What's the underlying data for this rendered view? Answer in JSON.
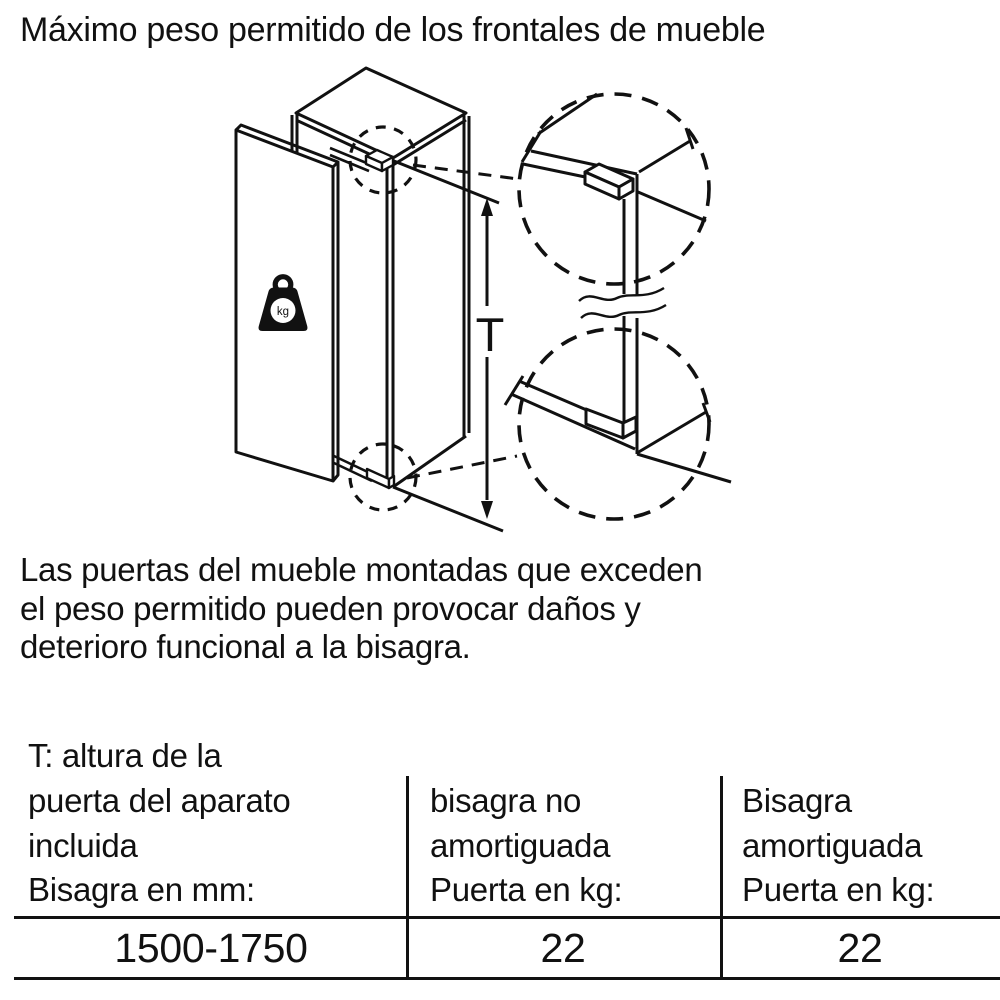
{
  "title": "Máximo peso permitido de los frontales de mueble",
  "diagram": {
    "t_dimension_label": "T",
    "weight_unit_label": "kg"
  },
  "paragraph": {
    "lines": [
      "Las puertas del mueble montadas que exceden",
      "el peso permitido pueden provocar daños y",
      "deterioro funcional a la bisagra."
    ]
  },
  "table": {
    "columns": [
      {
        "header_lines": [
          "T: altura de la",
          "puerta del aparato",
          "incluida"
        ],
        "unit_row": "Bisagra en mm:",
        "value": "1500-1750"
      },
      {
        "header_lines": [
          "bisagra no",
          "amortiguada"
        ],
        "unit_row": "Puerta en kg:",
        "value": "22"
      },
      {
        "header_lines": [
          "Bisagra",
          "amortiguada"
        ],
        "unit_row": "Puerta en kg:",
        "value": "22"
      }
    ]
  },
  "colors": {
    "ink": "#111111",
    "background": "#ffffff"
  }
}
